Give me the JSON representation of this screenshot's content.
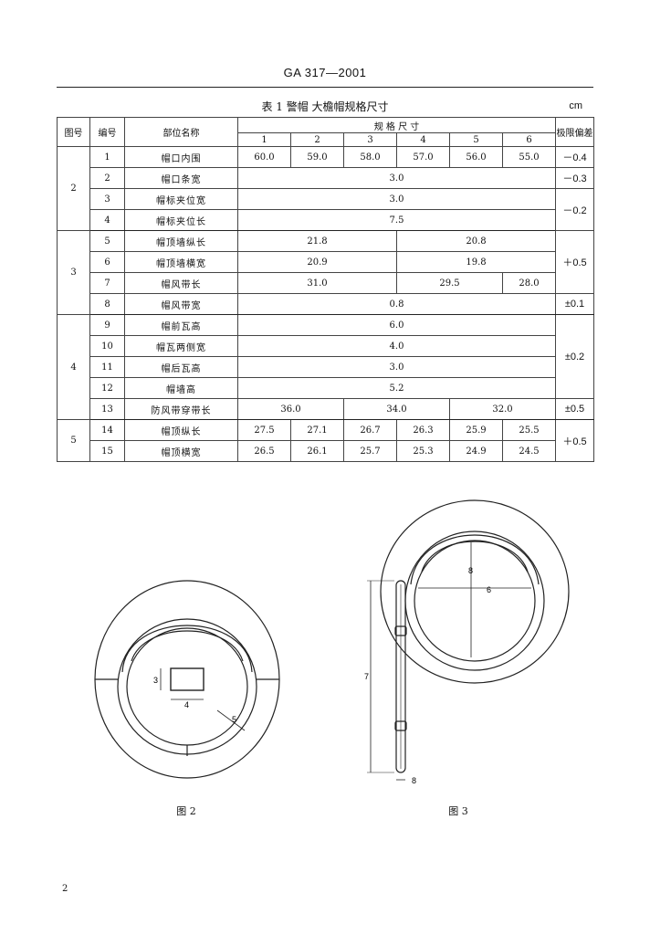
{
  "header": {
    "standard_code": "GA 317—2001"
  },
  "table": {
    "caption": "表 1   警帽   大檐帽规格尺寸",
    "unit": "cm",
    "headers": {
      "figure_no": "图号",
      "item_no": "编号",
      "part_name": "部位名称",
      "spec_size": "规  格  尺  寸",
      "tolerance": "极限偏差",
      "sizes": [
        "1",
        "2",
        "3",
        "4",
        "5",
        "6"
      ]
    },
    "figures": [
      "2",
      "3",
      "4",
      "5"
    ],
    "rows": [
      {
        "no": "1",
        "name": "帽口内围",
        "values": [
          "60.0",
          "59.0",
          "58.0",
          "57.0",
          "56.0",
          "55.0"
        ],
        "tol": "－0.4"
      },
      {
        "no": "2",
        "name": "帽口条宽",
        "value": "3.0",
        "tol": "－0.3"
      },
      {
        "no": "3",
        "name": "帽标夹位宽",
        "value": "3.0"
      },
      {
        "no": "4",
        "name": "帽标夹位长",
        "value": "7.5",
        "tol": "－0.2"
      },
      {
        "no": "5",
        "name": "帽顶墙纵长",
        "values": [
          "21.8",
          "20.8"
        ]
      },
      {
        "no": "6",
        "name": "帽顶墙横宽",
        "values": [
          "20.9",
          "19.8"
        ],
        "tol": "＋0.5"
      },
      {
        "no": "7",
        "name": "帽风带长",
        "values": [
          "31.0",
          "29.5",
          "28.0"
        ]
      },
      {
        "no": "8",
        "name": "帽风带宽",
        "value": "0.8",
        "tol": "±0.1"
      },
      {
        "no": "9",
        "name": "帽前瓦高",
        "value": "6.0"
      },
      {
        "no": "10",
        "name": "帽瓦两侧宽",
        "value": "4.0"
      },
      {
        "no": "11",
        "name": "帽后瓦高",
        "value": "3.0",
        "tol": "±0.2"
      },
      {
        "no": "12",
        "name": "帽墙高",
        "value": "5.2"
      },
      {
        "no": "13",
        "name": "防风带穿带长",
        "values": [
          "36.0",
          "34.0",
          "32.0"
        ],
        "tol": "±0.5"
      },
      {
        "no": "14",
        "name": "帽顶纵长",
        "values": [
          "27.5",
          "27.1",
          "26.7",
          "26.3",
          "25.9",
          "25.5"
        ]
      },
      {
        "no": "15",
        "name": "帽顶横宽",
        "values": [
          "26.5",
          "26.1",
          "25.7",
          "25.3",
          "24.9",
          "24.5"
        ],
        "tol": "＋0.5"
      }
    ]
  },
  "figure2": {
    "label": "图 2",
    "dim_labels": [
      "3",
      "4",
      "5"
    ]
  },
  "figure3": {
    "label": "图 3",
    "dim_labels": [
      "8",
      "6",
      "7",
      "8"
    ]
  },
  "footer": {
    "page_number": "2"
  }
}
